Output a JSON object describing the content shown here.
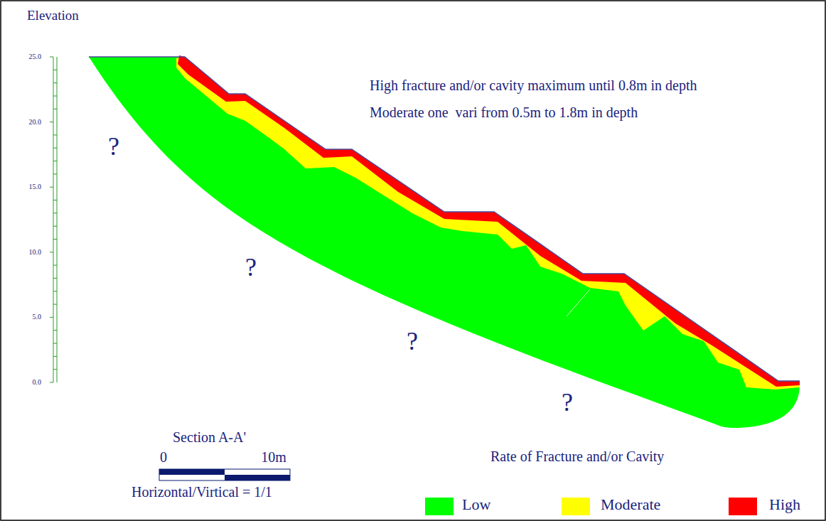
{
  "diagram": {
    "labels": [
      "Elevation",
      "25.0",
      "20.0",
      "15.0",
      "10.0",
      "5.0",
      "0.0",
      "High fracture and/or cavity maximum until 0.8m in depth",
      "Moderate one  vari from 0.5m to 1.8m in depth",
      "?",
      "?",
      "?",
      "?",
      "Section A-A'",
      "0",
      "10m",
      "Horizontal/Virtical = 1/1",
      "Rate of Fracture and/or Cavity"
    ],
    "legend": [
      {
        "text": "Low",
        "color": "#00ff00"
      },
      {
        "text": "Moderate",
        "color": "#ffff00"
      },
      {
        "text": "High",
        "color": "#ff0000"
      }
    ]
  }
}
